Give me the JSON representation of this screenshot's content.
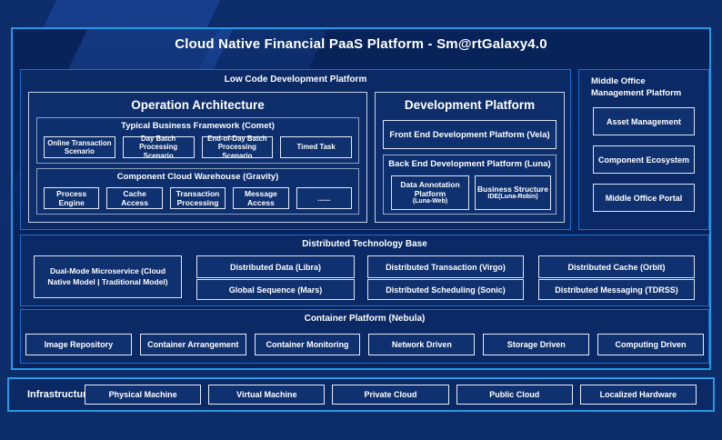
{
  "title": "Cloud Native Financial PaaS Platform - Sm@rtGalaxy4.0",
  "colors": {
    "page_bg": "#0d2c6a",
    "panel_bg": "#08235a",
    "outer_border": "#2599e2",
    "section_border": "#1b6fd0",
    "leaf_border": "#e6ecf6",
    "text": "#ffffff"
  },
  "low_code": {
    "label": "Low Code Development Platform",
    "operation_architecture": {
      "label": "Operation Architecture",
      "typical_business_framework": {
        "label": "Typical Business Framework (Comet)",
        "items": [
          "Online Transaction Scenario",
          "Day Batch Processing Scenario",
          "End-of-Day Batch Processing Scenario",
          "Timed Task"
        ]
      },
      "component_cloud_warehouse": {
        "label": "Component Cloud Warehouse (Gravity)",
        "items": [
          "Process Engine",
          "Cache Access",
          "Transaction Processing",
          "Message Access",
          "......"
        ]
      }
    },
    "development_platform": {
      "label": "Development Platform",
      "front_end": "Front End Development Platform (Vela)",
      "back_end": {
        "label": "Back End Development Platform (Luna)",
        "items": [
          {
            "text": "Data Annotation Platform",
            "sub": "(Luna-Web)"
          },
          {
            "text": "Business Structure",
            "sub": "IDE(Luna-Robin)"
          }
        ]
      }
    }
  },
  "middle_office": {
    "label": "Middle Office Management Platform",
    "items": [
      "Asset Management",
      "Component Ecosystem",
      "Middle Office Portal"
    ]
  },
  "distributed_base": {
    "label": "Distributed Technology Base",
    "dual_mode": "Dual-Mode Microservice (Cloud Native Model | Traditional Model)",
    "grid": [
      "Distributed Data (Libra)",
      "Distributed Transaction (Virgo)",
      "Distributed Cache (Orbit)",
      "Global Sequence (Mars)",
      "Distributed Scheduling (Sonic)",
      "Distributed Messaging (TDRSS)"
    ]
  },
  "container_platform": {
    "label": "Container Platform (Nebula)",
    "items": [
      "Image Repository",
      "Container Arrangement",
      "Container Monitoring",
      "Network Driven",
      "Storage Driven",
      "Computing Driven"
    ]
  },
  "infrastructure": {
    "label": "Infrastructure",
    "items": [
      "Physical Machine",
      "Virtual Machine",
      "Private Cloud",
      "Public Cloud",
      "Localized Hardware"
    ]
  }
}
